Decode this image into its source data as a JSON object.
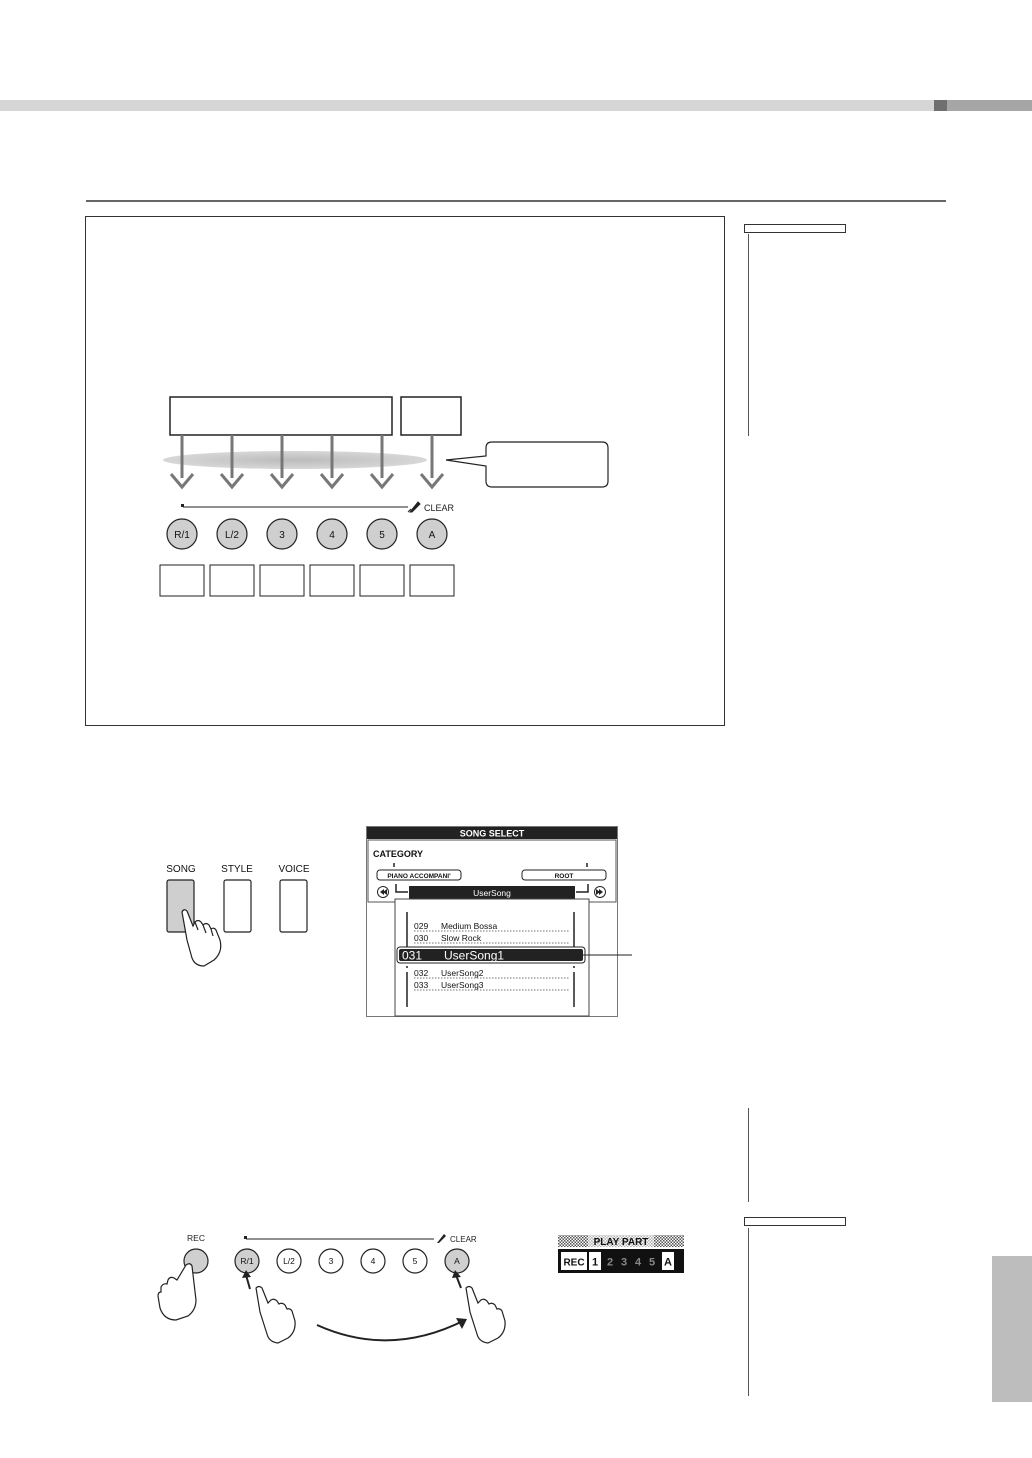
{
  "track_diagram": {
    "clear_label": "CLEAR",
    "track_buttons": [
      "R/1",
      "L/2",
      "3",
      "4",
      "5",
      "A"
    ]
  },
  "mode_buttons": {
    "song": "SONG",
    "style": "STYLE",
    "voice": "VOICE"
  },
  "song_select_display": {
    "title": "SONG SELECT",
    "category_label": "CATEGORY",
    "category_left": "PIANO ACCOMPANI'",
    "category_right": "ROOT",
    "current_category": "UserSong",
    "songs": [
      {
        "number": "029",
        "name": "Medium Bossa"
      },
      {
        "number": "030",
        "name": "Slow Rock"
      },
      {
        "number": "031",
        "name": "UserSong1"
      },
      {
        "number": "032",
        "name": "UserSong2"
      },
      {
        "number": "033",
        "name": "UserSong3"
      }
    ],
    "selected_index": 2
  },
  "record_diagram": {
    "rec_label": "REC",
    "clear_label": "CLEAR",
    "track_buttons": [
      "R/1",
      "L/2",
      "3",
      "4",
      "5",
      "A"
    ]
  },
  "play_part_display": {
    "title": "PLAY PART",
    "rec_label": "REC",
    "tracks": [
      "1",
      "2",
      "3",
      "4",
      "5",
      "A"
    ]
  }
}
